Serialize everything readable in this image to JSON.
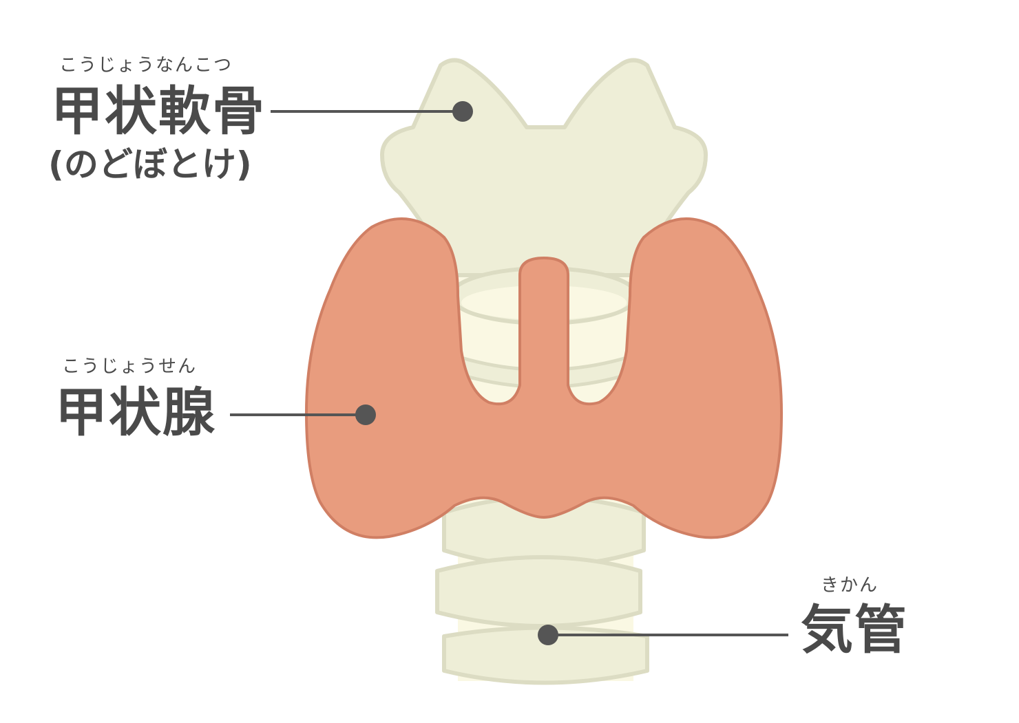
{
  "labels": {
    "thyroid_cartilage": {
      "reading": "こうじょうなんこつ",
      "name": "甲状軟骨",
      "common": "(のどぼとけ)"
    },
    "thyroid_gland": {
      "reading": "こうじょうせん",
      "name": "甲状腺"
    },
    "trachea": {
      "reading": "きかん",
      "name": "気管"
    }
  },
  "colors": {
    "cartilage_fill": "#eeeed7",
    "cartilage_stroke": "#dcdcc3",
    "trachea_inner": "#faf8e3",
    "gland_fill": "#e89c7e",
    "gland_stroke": "#d07f64",
    "leader": "#555555",
    "text": "#4a4a4a"
  }
}
